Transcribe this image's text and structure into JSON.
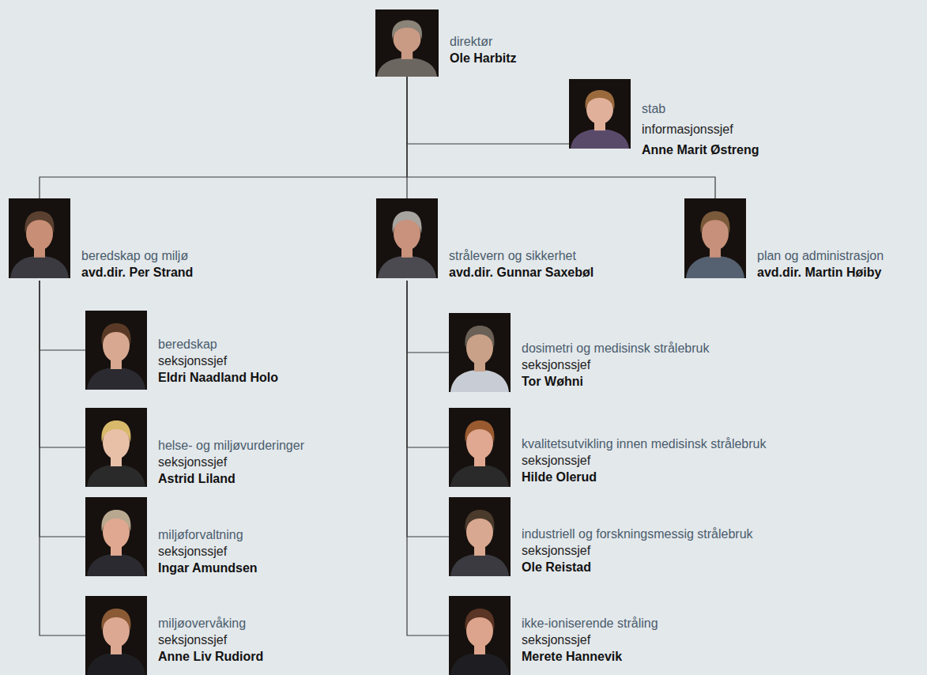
{
  "diagram": {
    "nodes": [
      {
        "text": [
          "direktør",
          "Ole Harbitz"
        ]
      },
      {
        "text": [
          "stab",
          "informasjonssjef",
          "Anne Marit Østreng"
        ]
      },
      {
        "text": [
          "beredskap og miljø",
          "avd.dir. Per Strand"
        ]
      },
      {
        "text": [
          "strålevern og sikkerhet",
          "avd.dir. Gunnar Saxebøl"
        ]
      },
      {
        "text": [
          "plan og administrasjon",
          "avd.dir. Martin Høiby"
        ]
      },
      {
        "text": [
          "beredskap",
          "seksjonssjef",
          "Eldri Naadland Holo"
        ]
      },
      {
        "text": [
          "helse- og miljøvurderinger",
          "seksjonssjef",
          "Astrid Liland"
        ]
      },
      {
        "text": [
          "miljøforvaltning",
          "seksjonssjef",
          "Ingar Amundsen"
        ]
      },
      {
        "text": [
          "miljøovervåking",
          "seksjonssjef",
          "Anne Liv Rudiord"
        ]
      },
      {
        "text": [
          "dosimetri og medisinsk strålebruk",
          "seksjonssjef",
          "Tor Wøhni"
        ]
      },
      {
        "text": [
          "kvalitetsutvikling innen medisinsk strålebruk",
          "seksjonssjef",
          "Hilde Olerud"
        ]
      },
      {
        "text": [
          "industriell og forskningsmessig strålebruk",
          "seksjonssjef",
          "Ole Reistad"
        ]
      },
      {
        "text": [
          "ikke-ioniserende stråling",
          "seksjonssjef",
          "Merete Hannevik"
        ]
      }
    ],
    "edges": [
      {
        "from": 0,
        "to": 1,
        "arrow": "none"
      },
      {
        "from": 0,
        "to": 2,
        "arrow": "none"
      },
      {
        "from": 0,
        "to": 3,
        "arrow": "none"
      },
      {
        "from": 0,
        "to": 4,
        "arrow": "none"
      },
      {
        "from": 2,
        "to": 5,
        "arrow": "none"
      },
      {
        "from": 2,
        "to": 6,
        "arrow": "none"
      },
      {
        "from": 2,
        "to": 7,
        "arrow": "none"
      },
      {
        "from": 2,
        "to": 8,
        "arrow": "none"
      },
      {
        "from": 3,
        "to": 9,
        "arrow": "none"
      },
      {
        "from": 3,
        "to": 10,
        "arrow": "none"
      },
      {
        "from": 3,
        "to": 11,
        "arrow": "none"
      },
      {
        "from": 3,
        "to": 12,
        "arrow": "none"
      }
    ]
  }
}
